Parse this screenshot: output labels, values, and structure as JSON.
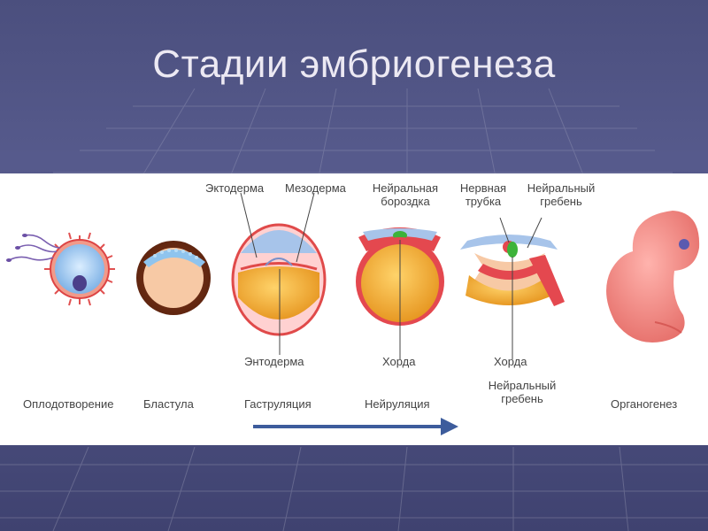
{
  "title": "Стадии эмбриогенеза",
  "labels": {
    "ectoderm": "Эктодерма",
    "mesoderm": "Мезодерма",
    "neural_groove": "Нейральная бороздка",
    "neural_tube": "Нервная трубка",
    "neural_crest_top": "Нейральный гребень",
    "endoderm": "Энтодерма",
    "notochord_1": "Хорда",
    "notochord_2": "Хорда",
    "neural_crest_bottom": "Нейральный гребень"
  },
  "stages": {
    "fertilization": "Оплодотворение",
    "blastula": "Бластула",
    "gastrulation": "Гаструляция",
    "neurulation": "Нейруляция",
    "organogenesis": "Органогенез"
  },
  "colors": {
    "background": "#4f5383",
    "panel": "#ffffff",
    "arrow": "#3d5c9c",
    "yolk": "#f2b135",
    "ectoderm": "#a7c4ea",
    "membrane": "#e74a4a",
    "notochord": "#3db33a",
    "embryo": "#f08a86"
  },
  "arrow_icon": "arrow-right-icon"
}
